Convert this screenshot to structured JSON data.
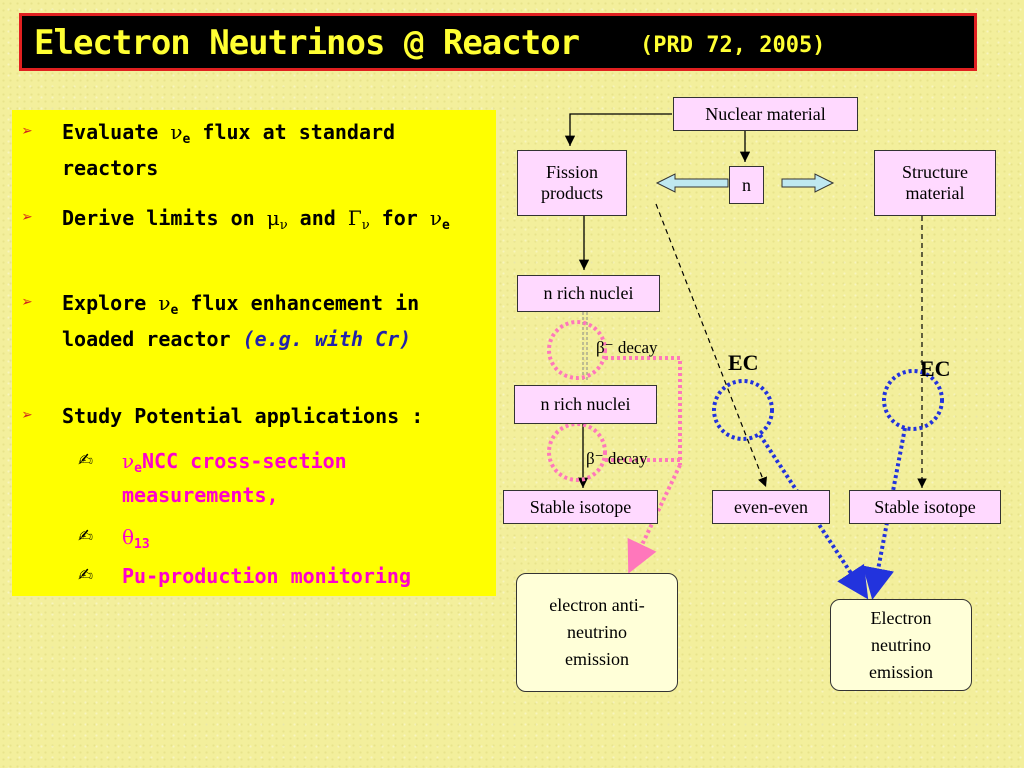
{
  "title": {
    "main": "Electron Neutrinos @ Reactor",
    "ref": "(PRD 72, 2005)"
  },
  "bullets": {
    "b1_pre": "Evaluate ",
    "b1_sym": "ν",
    "b1_sub": "e",
    "b1_post": " flux at standard reactors",
    "b2_pre": "Derive limits on ",
    "b2_sym1": "μ",
    "b2_sym1sub": "ν",
    "b2_mid": " and ",
    "b2_sym2": "Γ",
    "b2_sym2sub": "ν",
    "b2_post": " for ",
    "b2_sym3": "ν",
    "b2_sym3sub": "e",
    "b3_pre": "Explore ",
    "b3_sym": "ν",
    "b3_sub": "e",
    "b3_post": " flux enhancement in loaded reactor ",
    "b3_it": "(e.g. with Cr)",
    "b4": "Study Potential applications :",
    "s1_sym": "ν",
    "s1_sub": "e",
    "s1_text": "NCC cross-section measurements,",
    "s2_sym": "θ",
    "s2_sub": "13",
    "s3_text": "Pu-production monitoring",
    "marker": "➢",
    "sub_marker": "✍"
  },
  "diagram": {
    "nuclear_material": "Nuclear material",
    "fission_products": "Fission products",
    "n": "n",
    "structure_material": "Structure material",
    "n_rich_1": "n rich nuclei",
    "n_rich_2": "n rich nuclei",
    "beta1": "β⁻ decay",
    "beta2": "β⁻ decay",
    "ec_left": "EC",
    "ec_right": "EC",
    "stable_left": "Stable isotope",
    "even_even": "even-even",
    "stable_right": "Stable isotope",
    "antineutrino": "electron anti-neutrino emission",
    "neutrino": "Electron neutrino emission"
  },
  "colors": {
    "title_bg": "#000000",
    "title_text": "#ffff33",
    "title_border": "#e02020",
    "panel": "#ffff00",
    "magenta": "#ff00cc",
    "box_fill": "#ffd9ff",
    "pink_dot": "#ff77bb",
    "blue_dot": "#2233dd",
    "arrow_fill": "#bfe8f0"
  }
}
